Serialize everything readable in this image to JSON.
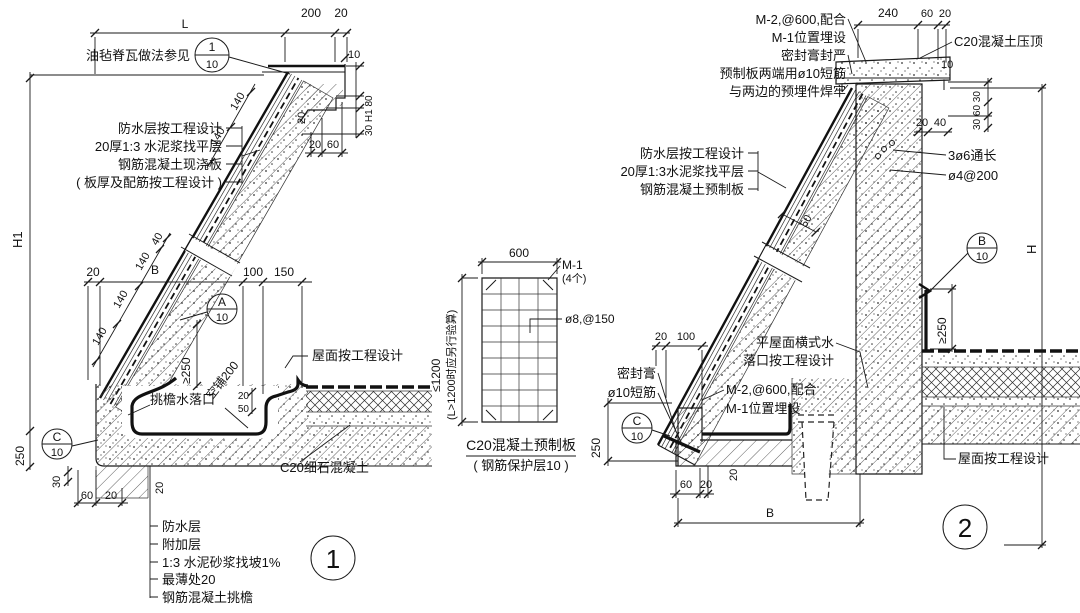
{
  "sheet_type": "eave-construction-details",
  "detail1": {
    "number": "1",
    "ref_note": "油毡脊瓦做法参见",
    "bubble_ref": {
      "letter": "1",
      "sheet": "10"
    },
    "bubble_a": {
      "letter": "A",
      "sheet": "10"
    },
    "bubble_c": {
      "letter": "C",
      "sheet": "10"
    },
    "notes_upper": [
      "防水层按工程设计",
      "20厚1:3 水泥浆找平层",
      "钢筋混凝土现浇板",
      "( 板厚及配筋按工程设计 )"
    ],
    "notes_lower": [
      "防水层",
      "附加层",
      "1:3 水泥砂浆找坡1%",
      "最薄处20",
      "钢筋混凝土挑檐"
    ],
    "label_gutter": "挑檐水落口",
    "label_roof": "屋面按工程设计",
    "label_c20": "C20细石混凝土",
    "dims": {
      "L": "L",
      "n200": "200",
      "n20_top": "20",
      "n10_top": "10",
      "u140a": "140",
      "u140b": "140",
      "l140a": "140",
      "l140b": "140",
      "l140c": "140",
      "l40": "40",
      "eave_chain": "30 H1 80",
      "slab20": "20",
      "e20": "20",
      "e60": "60",
      "H1": "H1",
      "m20": "20",
      "mB": "B",
      "m100": "100",
      "m150": "150",
      "ge250": "≥250",
      "loose": "空铺200",
      "c20": "20",
      "c50": "50",
      "v250": "250",
      "v30": "30",
      "b60": "60",
      "b20": "20",
      "drop20": "20"
    }
  },
  "panel": {
    "dim600": "600",
    "m1": "M-1",
    "m1_qty": "(4个)",
    "rebar": "ø8,@150",
    "limit": "≤1200",
    "limit_note": "(L>1200时应另行验算)",
    "caption1": "C20混凝土预制板",
    "caption2": "( 钢筋保护层10 )"
  },
  "detail2": {
    "number": "2",
    "notes_top": [
      "M-2,@600,配合",
      "M-1位置埋设",
      "密封膏封严",
      "预制板两端用ø10短筋",
      "与两边的预埋件焊牢"
    ],
    "label_cap": "C20混凝土压顶",
    "bars1": "3ø6通长",
    "bars2": "ø4@200",
    "notes_slope": [
      "防水层按工程设计",
      "20厚1:3水泥浆找平层",
      "钢筋混凝土预制板"
    ],
    "bubble_b": {
      "letter": "B",
      "sheet": "10"
    },
    "bubble_c": {
      "letter": "C",
      "sheet": "10"
    },
    "outlet_line1": "平屋面横式水",
    "outlet_line2": "落口按工程设计",
    "label_seal": "密封膏",
    "label_bar": "ø10短筋",
    "notes_m2": [
      "M-2,@600,配合",
      "M-1位置埋设"
    ],
    "label_roof": "屋面按工程设计",
    "dims": {
      "n240": "240",
      "n60": "60",
      "n20": "20",
      "cap10": "10",
      "chain": "30 60 30",
      "t20": "20",
      "t40": "40",
      "s50": "50",
      "g20": "20",
      "g100": "100",
      "ge250": "≥250",
      "H": "H",
      "v250": "250",
      "b60": "60",
      "b20": "20",
      "drop20": "20",
      "B": "B"
    }
  }
}
